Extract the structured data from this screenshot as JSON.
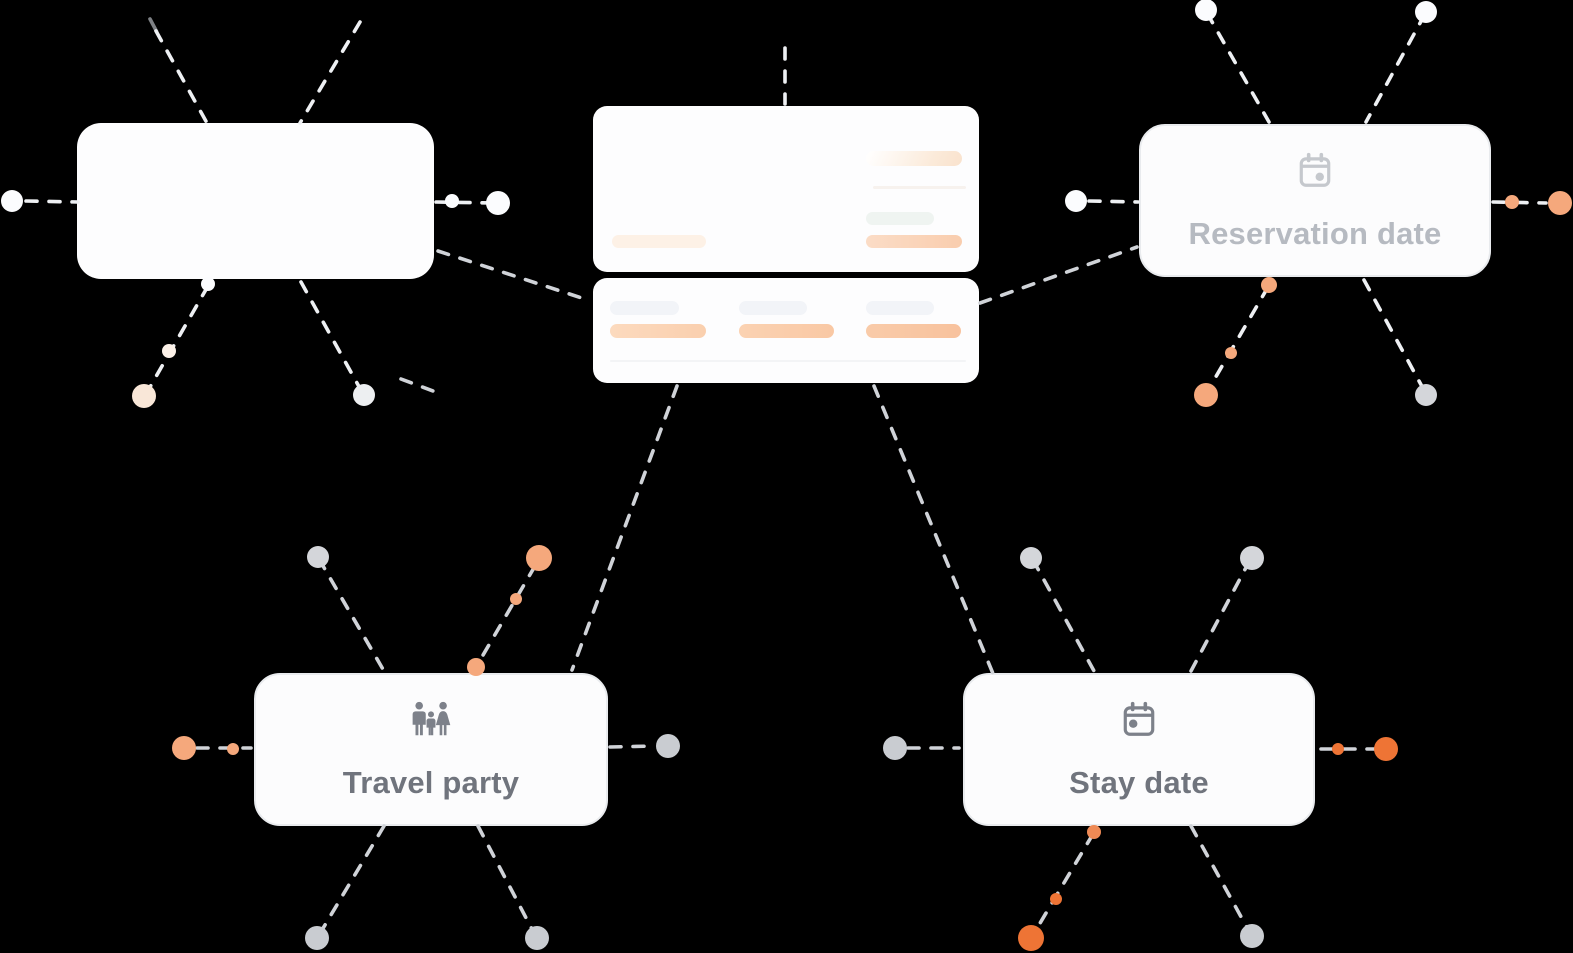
{
  "cards": {
    "blank": {
      "label": ""
    },
    "reservation_date": {
      "label": "Reservation date",
      "icon": "calendar-icon"
    },
    "travel_party": {
      "label": "Travel party",
      "icon": "family-icon"
    },
    "stay_date": {
      "label": "Stay date",
      "icon": "calendar-icon"
    }
  },
  "colors": {
    "background": "#000000",
    "card_background": "#fcfcfd",
    "card_border": "#e9ebee",
    "muted_label_text": "#b6bac1",
    "label_text": "#70747d",
    "icon_gray": "#7d818a",
    "icon_light_gray": "#c5c8cd",
    "dashed_line_light": "#eef0f3",
    "dashed_line_gray": "#d0d3d8",
    "dot_white": "#fbfcfe",
    "dot_gray": "#c9ccd1",
    "dot_salmon": "#f5a87c",
    "dot_orange": "#ee7435",
    "skeleton_gray_bar": "#f2f4f8",
    "skeleton_peach_bar": "#f9cdae",
    "skeleton_green_bar": "#eff4f1"
  }
}
